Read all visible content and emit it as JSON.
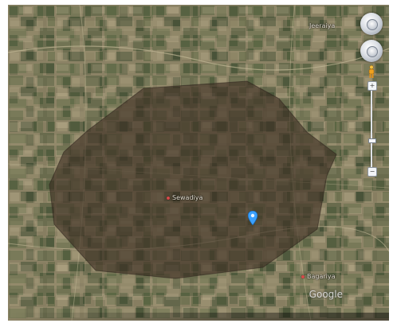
{
  "map": {
    "places": [
      {
        "name": "Jeeraiya"
      },
      {
        "name": "Sewadiya"
      },
      {
        "name": "Bagariya"
      }
    ],
    "watermark": "Google",
    "zoom_in_label": "+",
    "zoom_out_label": "−",
    "colors": {
      "ground": "#8c8466",
      "field_green": "#4a5a3a",
      "region_fill": "#3b2d22",
      "marker": "#3aa0ff"
    }
  }
}
